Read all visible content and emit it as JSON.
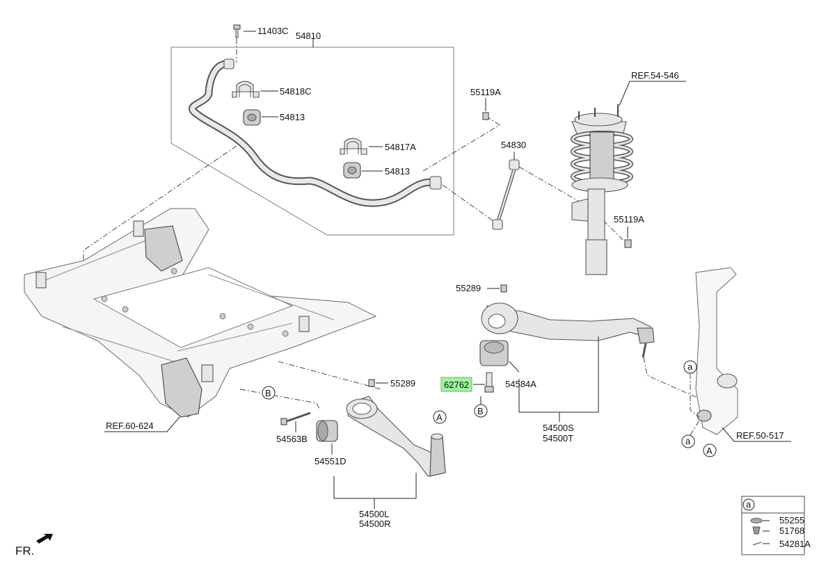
{
  "labels": {
    "p11403C": "11403C",
    "p54810": "54810",
    "p54818C": "54818C",
    "p54813a": "54813",
    "p54817A": "54817A",
    "p54813b": "54813",
    "p55119A_top": "55119A",
    "p54830": "54830",
    "ref54546": "REF.54-546",
    "p55119A_right": "55119A",
    "p55289_top": "55289",
    "p55289_mid": "55289",
    "p62762": "62762",
    "p54584A": "54584A",
    "p54500S": "54500S",
    "p54500T": "54500T",
    "p54563B": "54563B",
    "p54551D": "54551D",
    "p54500L": "54500L",
    "p54500R": "54500R",
    "ref60624": "REF.60-624",
    "ref50517": "REF.50-517",
    "front": "FR."
  },
  "markers": {
    "A": "A",
    "B": "B",
    "a": "a"
  },
  "legend": {
    "key": "a",
    "items": [
      "55255",
      "51768",
      "54281A"
    ]
  },
  "highlight_color": "#9cf59c"
}
